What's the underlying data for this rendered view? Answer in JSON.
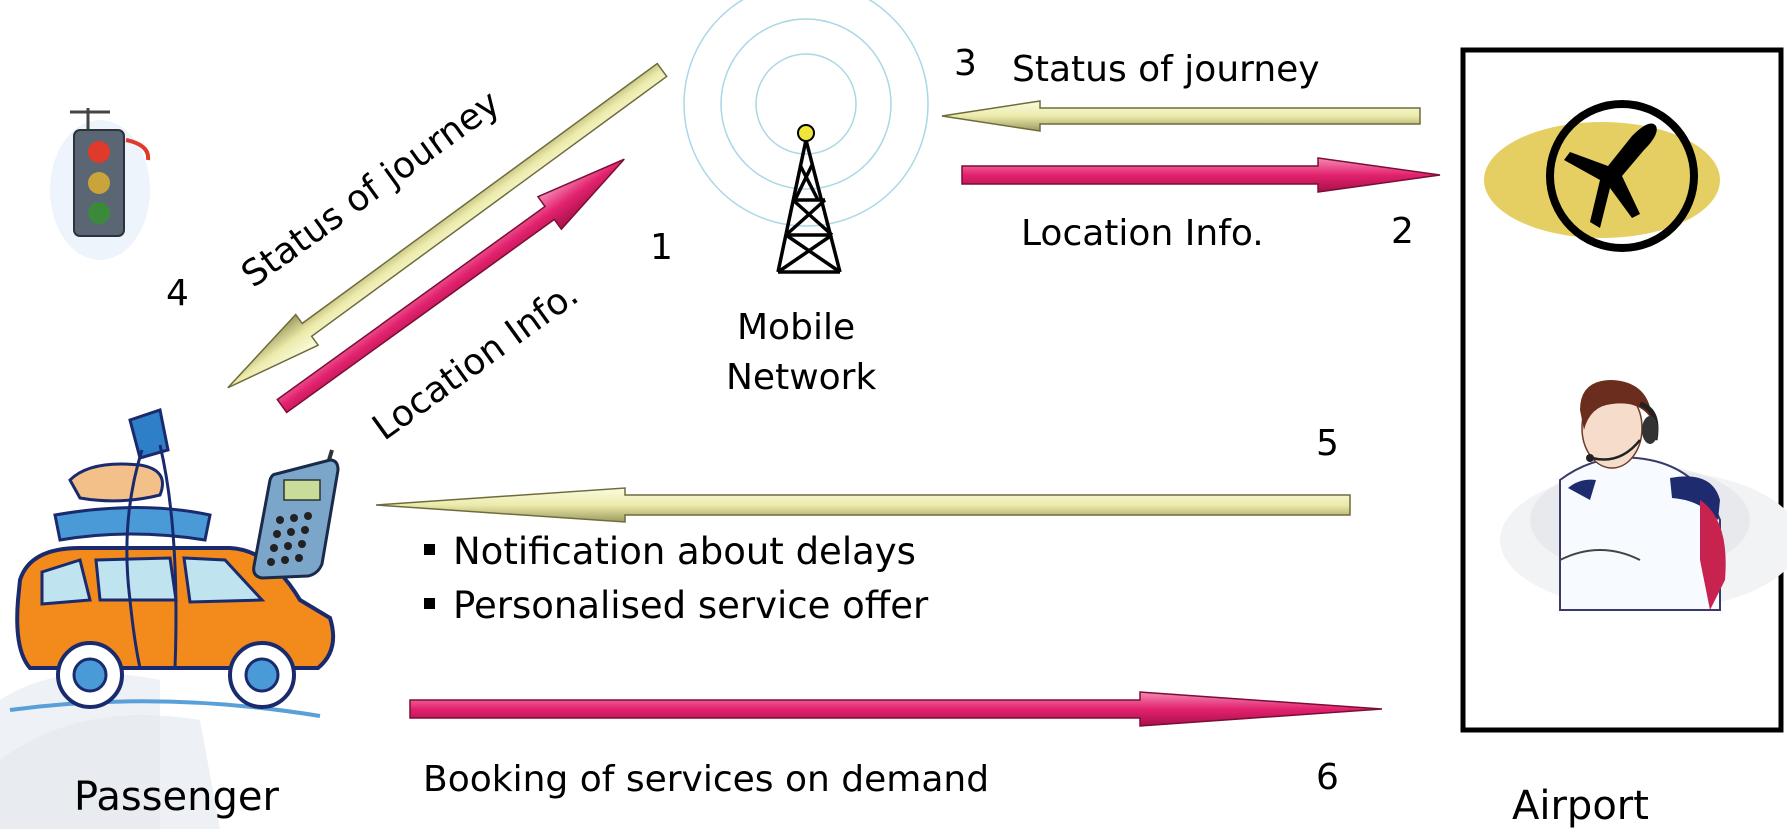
{
  "nodes": {
    "passenger": "Passenger",
    "airport": "Airport",
    "network_line1": "Mobile",
    "network_line2": "Network"
  },
  "steps": {
    "s1": "1",
    "s2": "2",
    "s3": "3",
    "s4": "4",
    "s5": "5",
    "s6": "6"
  },
  "arrows": {
    "location_info_to_network": "Location Info.",
    "status_to_passenger": "Status of journey",
    "status_from_airport": "Status of journey",
    "location_info_to_airport": "Location Info.",
    "booking": "Booking of services on demand"
  },
  "bullets": [
    "Notification about delays",
    "Personalised service offer"
  ],
  "colors": {
    "info_arrow": "#e3226e",
    "status_arrow": "#ecebab",
    "airport_badge": "#e6cf62",
    "car_body": "#f28a1c"
  },
  "icons": [
    "traffic-light-icon",
    "mobile-tower-icon",
    "airplane-icon",
    "car-icon",
    "mobile-phone-icon",
    "airport-operator-icon"
  ]
}
